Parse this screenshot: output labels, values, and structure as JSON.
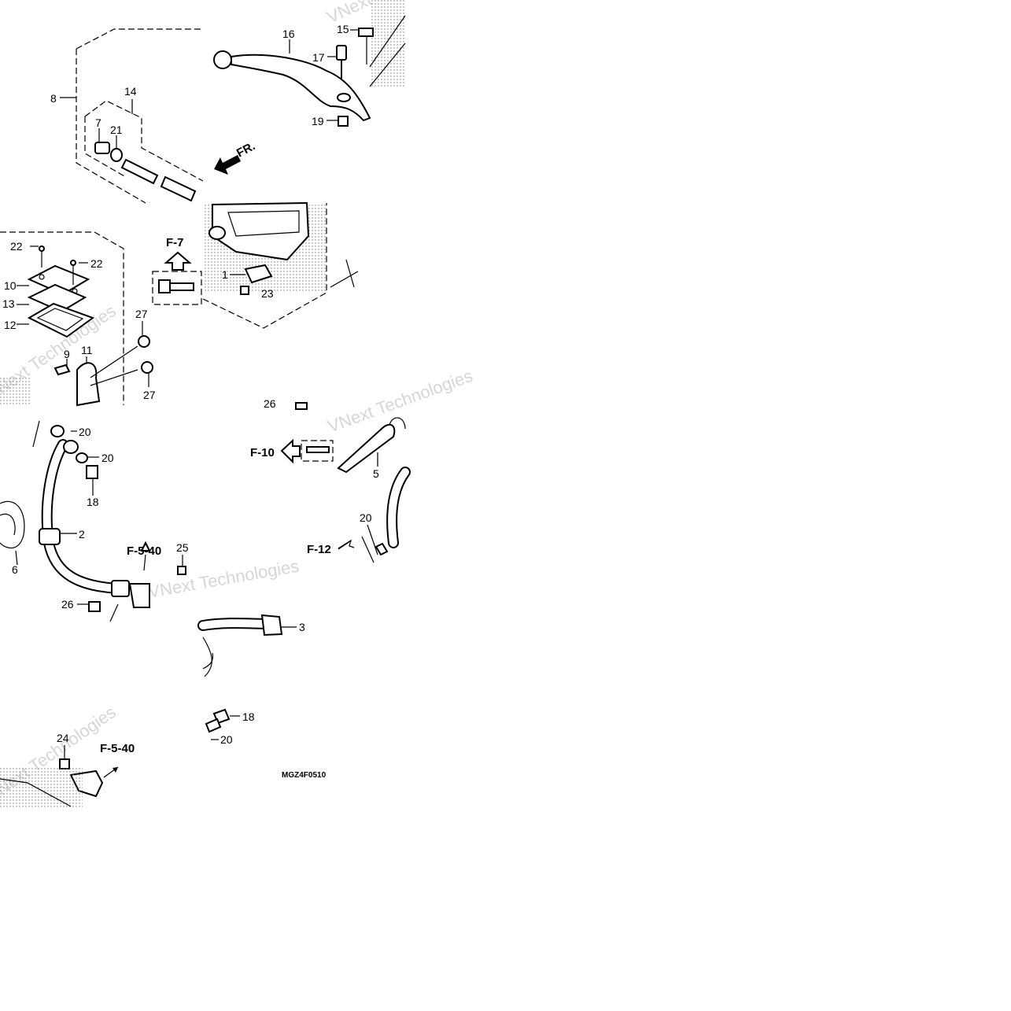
{
  "diagram": {
    "part_code": "MGZ4F0510",
    "front_marker": "FR.",
    "watermark_text": "VNext Technologies",
    "callouts": [
      "1",
      "2",
      "3",
      "5",
      "6",
      "7",
      "8",
      "9",
      "10",
      "11",
      "12",
      "13",
      "14",
      "15",
      "16",
      "17",
      "18",
      "18",
      "19",
      "20",
      "20",
      "20",
      "20",
      "21",
      "22",
      "22",
      "23",
      "24",
      "25",
      "26",
      "26",
      "27",
      "27"
    ],
    "ref_arrows": [
      "F-7",
      "F-10",
      "F-12",
      "F-5-40",
      "F-5-40"
    ]
  }
}
